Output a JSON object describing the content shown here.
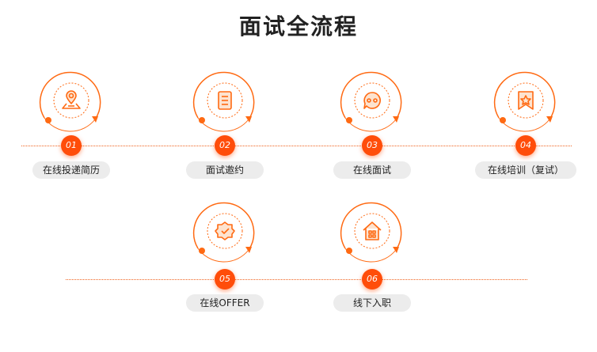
{
  "title": "面试全流程",
  "accent": "#ff6a13",
  "steps": [
    {
      "num": "01",
      "label": "在线投递简历",
      "icon": "location-map-icon"
    },
    {
      "num": "02",
      "label": "面试邀约",
      "icon": "document-icon"
    },
    {
      "num": "03",
      "label": "在线面试",
      "icon": "chat-icon"
    },
    {
      "num": "04",
      "label": "在线培训（复试）",
      "icon": "bookmark-star-icon"
    },
    {
      "num": "05",
      "label": "在线OFFER",
      "icon": "badge-check-icon"
    },
    {
      "num": "06",
      "label": "线下入职",
      "icon": "house-icon"
    }
  ]
}
